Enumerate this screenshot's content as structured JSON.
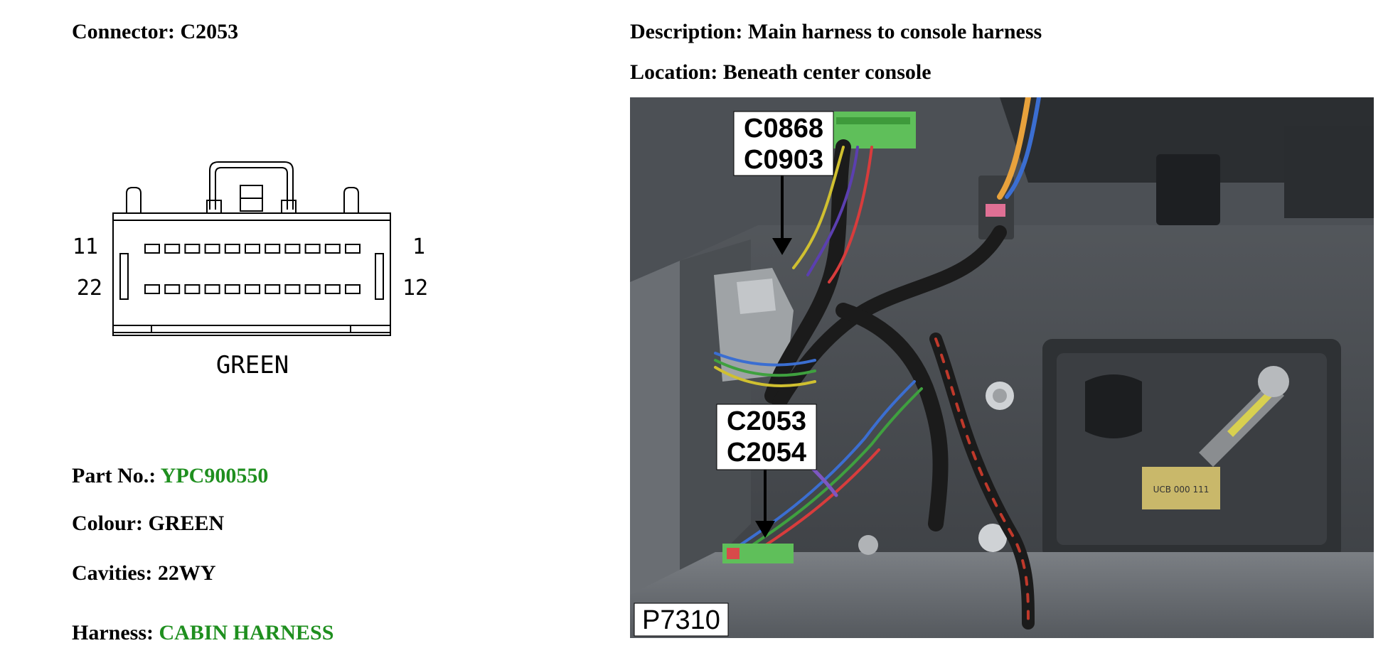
{
  "connector": {
    "label": "Connector:",
    "value": "C2053"
  },
  "description": {
    "label": "Description:",
    "value": "Main harness to console harness"
  },
  "location": {
    "label": "Location:",
    "value": "Beneath center console"
  },
  "part_no": {
    "label": "Part No.:",
    "value": "YPC900550"
  },
  "colour": {
    "label": "Colour:",
    "value": "GREEN"
  },
  "cavities": {
    "label": "Cavities:",
    "value": "22WY"
  },
  "harness": {
    "label": "Harness:",
    "value": "CABIN HARNESS"
  },
  "diagram": {
    "pin_top_left": "11",
    "pin_top_right": "1",
    "pin_bottom_left": "22",
    "pin_bottom_right": "12",
    "colour_label": "GREEN"
  },
  "photo": {
    "callout_upper_1": "C0868",
    "callout_upper_2": "C0903",
    "callout_lower_1": "C2053",
    "callout_lower_2": "C2054",
    "figure_id": "P7310",
    "pcb_text": "UCB 000 111"
  },
  "colors": {
    "value_green": "#1f8f1f"
  }
}
